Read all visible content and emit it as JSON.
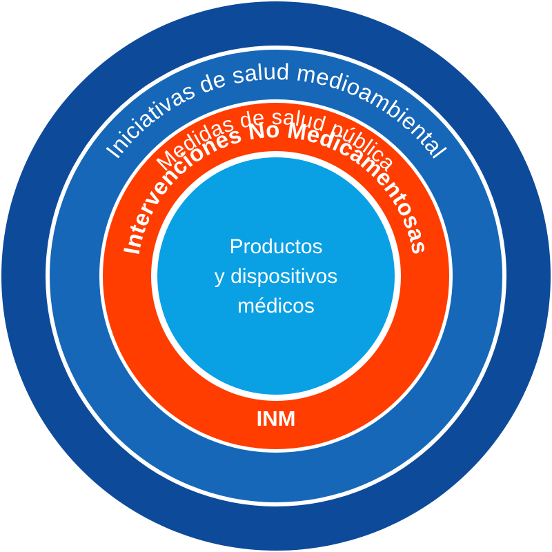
{
  "diagram": {
    "rings": {
      "outer": {
        "label": "Iniciativas de salud medioambiental",
        "color": "#0d4a9a"
      },
      "middle": {
        "label": "Medidas de salud pública",
        "color": "#1667b8"
      },
      "inner": {
        "label": "Intervenciones No Medicamentosas",
        "abbreviation": "INM",
        "color": "#ff3d00"
      },
      "center": {
        "lines": [
          "Productos",
          "y dispositivos",
          "médicos"
        ],
        "color": "#0aa0e4"
      }
    },
    "separator_color": "#ffffff"
  }
}
